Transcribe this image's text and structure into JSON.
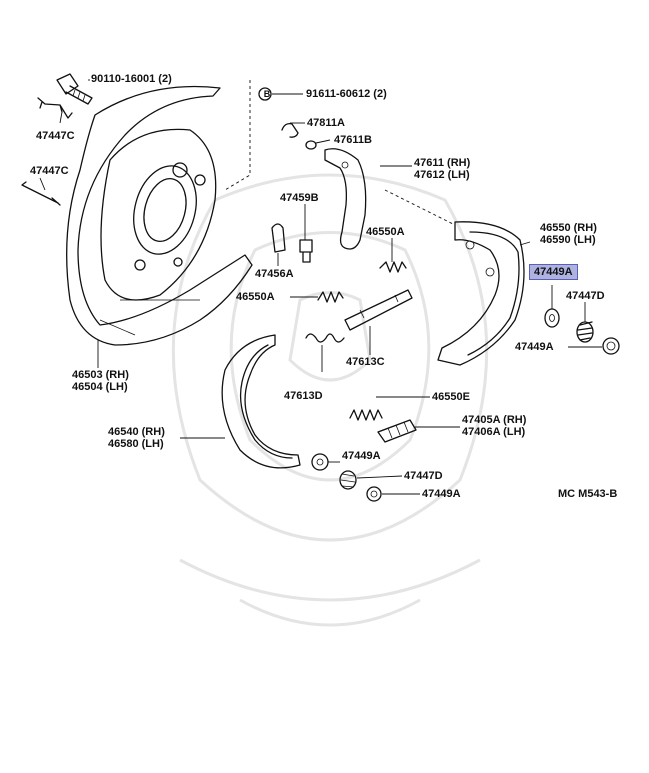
{
  "diagram": {
    "labels": {
      "bolt": "90110-16001 (2)",
      "screw": "91611-60612 (2)",
      "pin_upper": "47447C",
      "pin_left": "47447C",
      "plate_dust": "47811A",
      "c_washer": "47611B",
      "lever_rh": "47611 (RH)",
      "lever_lh": "47612 (LH)",
      "shoe_top_rh": "46550 (RH)",
      "shoe_top_lh": "46590 (LH)",
      "adjuster_bolt": "47459B",
      "spring_550a_right": "46550A",
      "clip": "47456A",
      "spring_550a_left": "46550A",
      "cup_highlight": "47449A",
      "spring_447d_top": "47447D",
      "cup_right": "47449A",
      "backing_rh": "46503 (RH)",
      "backing_lh": "46504 (LH)",
      "strut": "47613C",
      "spring_613d": "47613D",
      "spring_550e": "46550E",
      "shoe_bottom_rh": "46540 (RH)",
      "shoe_bottom_lh": "46580 (LH)",
      "adjuster_rh": "47405A (RH)",
      "adjuster_lh": "47406A (LH)",
      "cup_bottom1": "47449A",
      "spring_447d_bottom": "47447D",
      "cup_bottom2": "47449A",
      "ref_code": "MC  M543-B"
    },
    "screw_symbol": "B",
    "colors": {
      "highlight_fill": "#aeb2e0",
      "highlight_border": "#5a60b8",
      "line": "#111111"
    }
  }
}
